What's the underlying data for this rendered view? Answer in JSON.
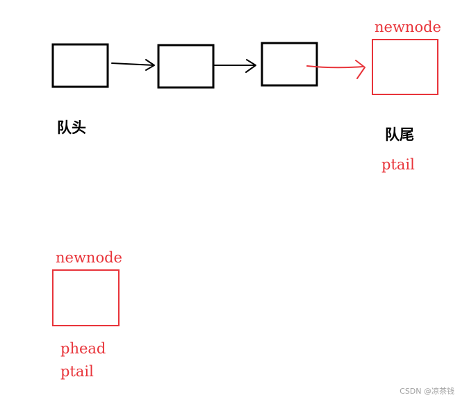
{
  "colors": {
    "black": "#000000",
    "red": "#e8343a",
    "watermark": "#a0a0a0",
    "background": "#ffffff"
  },
  "queue": {
    "head_label": "队头",
    "tail_label": "队尾",
    "newnode_label": "newnode",
    "ptail_label": "ptail"
  },
  "empty_queue": {
    "newnode_label": "newnode",
    "phead_label": "phead",
    "ptail_label": "ptail"
  },
  "watermark": "CSDN @凉茶钱"
}
